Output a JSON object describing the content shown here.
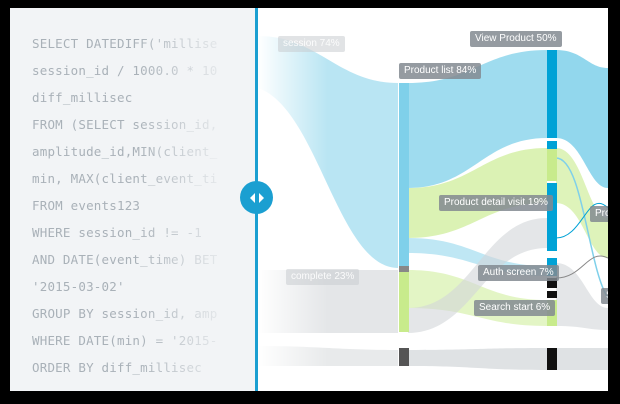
{
  "code": {
    "lines": [
      "SELECT DATEDIFF('millise",
      "session_id / 1000.0 * 10",
      "diff_millisec",
      "FROM (SELECT session_id,",
      "amplitude_id,MIN(client_",
      "min, MAX(client_event_ti",
      "FROM events123",
      "WHERE session_id != -1",
      "AND DATE(event_time) BET",
      "'2015-03-02'",
      "GROUP BY session_id, amp",
      "WHERE DATE(min) = '2015-",
      "ORDER BY diff_millisec"
    ]
  },
  "handle": {
    "icon": "left-right-arrows-icon"
  },
  "sankey": {
    "nodes": {
      "session": "session 74%",
      "product_list": "Product list 84%",
      "view_product": "View Product 50%",
      "complete": "complete 23%",
      "product_detail_visit": "Product detail visit 19%",
      "auth_screen": "Auth screen 7%",
      "search_start": "Search start 6%",
      "produ_partial": "Produ",
      "partial_s": "S"
    },
    "colors": {
      "blue": "#7fd0ea",
      "dark_blue": "#00a2d6",
      "green": "#c8eb8c",
      "gray": "#d2d5d8",
      "dark_gray": "#555555",
      "black": "#111111"
    }
  }
}
